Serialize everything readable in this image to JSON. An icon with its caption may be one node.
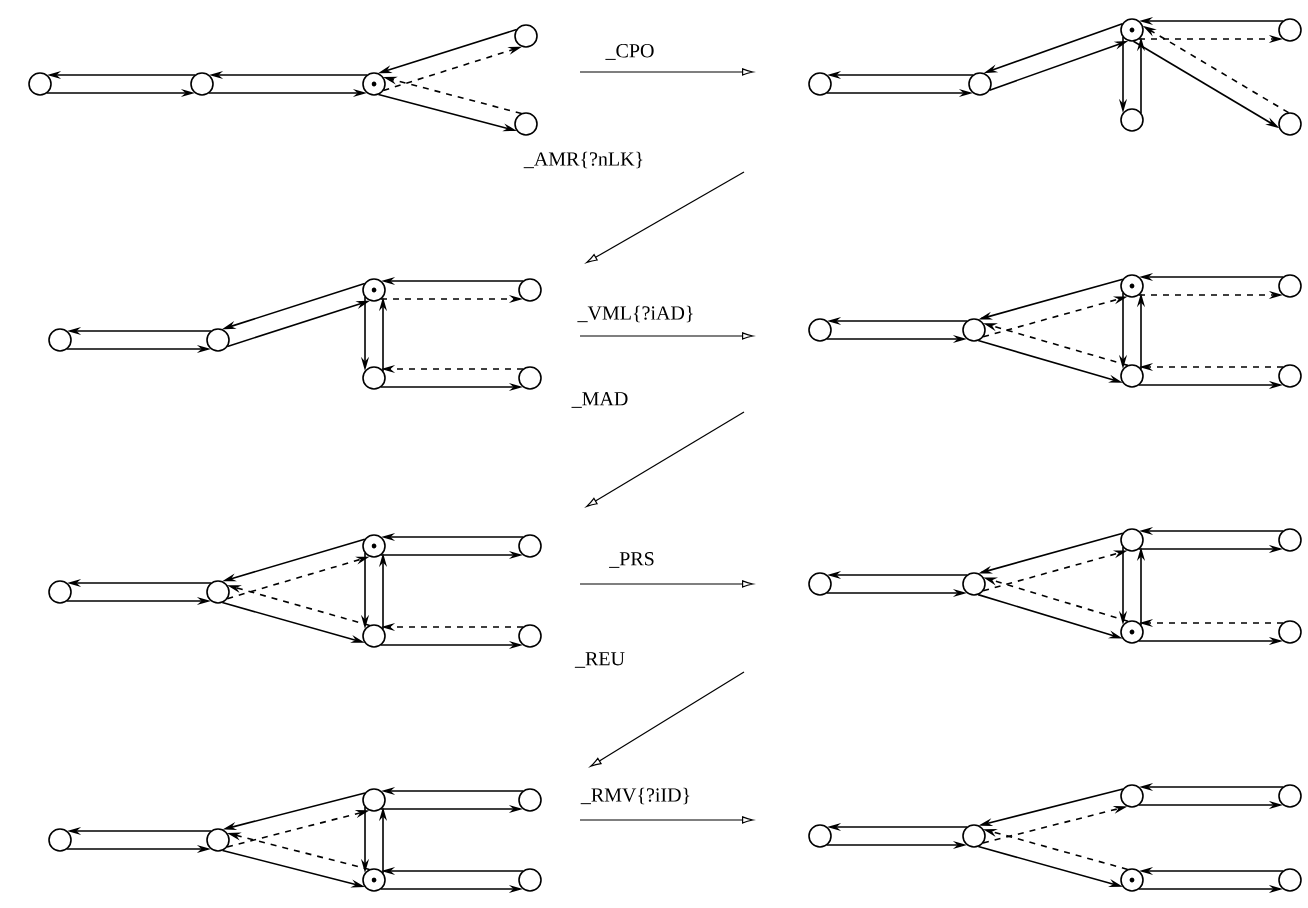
{
  "diagram": {
    "nodes": [
      {
        "text": [],
        "shape": "circle"
      },
      {
        "text": [],
        "shape": "circle"
      },
      {
        "text": [],
        "shape": "bullseye"
      },
      {
        "text": [],
        "shape": "circle"
      },
      {
        "text": [],
        "shape": "circle"
      },
      {
        "text": [],
        "shape": "circle"
      },
      {
        "text": [],
        "shape": "circle"
      },
      {
        "text": [],
        "shape": "bullseye"
      },
      {
        "text": [],
        "shape": "circle"
      },
      {
        "text": [],
        "shape": "circle"
      },
      {
        "text": [],
        "shape": "circle"
      },
      {
        "text": [],
        "shape": "circle"
      },
      {
        "text": [],
        "shape": "circle"
      },
      {
        "text": [],
        "shape": "bullseye"
      },
      {
        "text": [],
        "shape": "circle"
      },
      {
        "text": [],
        "shape": "circle"
      },
      {
        "text": [],
        "shape": "circle"
      },
      {
        "text": [],
        "shape": "circle"
      },
      {
        "text": [],
        "shape": "circle"
      },
      {
        "text": [],
        "shape": "bullseye"
      },
      {
        "text": [],
        "shape": "circle"
      },
      {
        "text": [],
        "shape": "circle"
      },
      {
        "text": [],
        "shape": "circle"
      },
      {
        "text": [],
        "shape": "circle"
      },
      {
        "text": [],
        "shape": "circle"
      },
      {
        "text": [],
        "shape": "bullseye"
      },
      {
        "text": [],
        "shape": "circle"
      },
      {
        "text": [],
        "shape": "circle"
      },
      {
        "text": [],
        "shape": "circle"
      },
      {
        "text": [],
        "shape": "circle"
      },
      {
        "text": [],
        "shape": "circle"
      },
      {
        "text": [],
        "shape": "circle"
      },
      {
        "text": [],
        "shape": "bullseye"
      },
      {
        "text": [],
        "shape": "circle"
      },
      {
        "text": [],
        "shape": "circle"
      },
      {
        "text": [],
        "shape": "circle"
      },
      {
        "text": [],
        "shape": "circle"
      },
      {
        "text": [],
        "shape": "circle"
      },
      {
        "text": [],
        "shape": "bullseye"
      },
      {
        "text": [],
        "shape": "circle"
      },
      {
        "text": [],
        "shape": "circle"
      },
      {
        "text": [],
        "shape": "circle"
      },
      {
        "text": [],
        "shape": "circle"
      },
      {
        "text": [],
        "shape": "circle"
      },
      {
        "text": [],
        "shape": "bullseye"
      },
      {
        "text": [],
        "shape": "circle"
      },
      {
        "text": [],
        "shape": "circle"
      }
    ],
    "edges": [
      {
        "from": 1,
        "to": 0,
        "arrow": "to"
      },
      {
        "from": 0,
        "to": 1,
        "arrow": "to"
      },
      {
        "from": 2,
        "to": 1,
        "arrow": "to"
      },
      {
        "from": 1,
        "to": 2,
        "arrow": "to"
      },
      {
        "from": 3,
        "to": 2,
        "arrow": "to"
      },
      {
        "from": 2,
        "to": 3,
        "arrow": "to",
        "style": "dashed"
      },
      {
        "from": 4,
        "to": 2,
        "arrow": "to",
        "style": "dashed"
      },
      {
        "from": 2,
        "to": 4,
        "arrow": "to"
      },
      {
        "from": 6,
        "to": 5,
        "arrow": "to"
      },
      {
        "from": 5,
        "to": 6,
        "arrow": "to"
      },
      {
        "from": 7,
        "to": 6,
        "arrow": "to"
      },
      {
        "from": 6,
        "to": 7,
        "arrow": "to"
      },
      {
        "from": 7,
        "to": 8,
        "arrow": "to"
      },
      {
        "from": 8,
        "to": 7,
        "arrow": "to"
      },
      {
        "from": 9,
        "to": 7,
        "arrow": "to"
      },
      {
        "from": 7,
        "to": 9,
        "arrow": "to",
        "style": "dashed"
      },
      {
        "from": 10,
        "to": 7,
        "arrow": "to",
        "style": "dashed"
      },
      {
        "from": 7,
        "to": 10,
        "arrow": "to"
      },
      {
        "from": 12,
        "to": 11,
        "arrow": "to"
      },
      {
        "from": 11,
        "to": 12,
        "arrow": "to"
      },
      {
        "from": 13,
        "to": 12,
        "arrow": "to"
      },
      {
        "from": 12,
        "to": 13,
        "arrow": "to"
      },
      {
        "from": 13,
        "to": 14,
        "arrow": "to"
      },
      {
        "from": 14,
        "to": 13,
        "arrow": "to"
      },
      {
        "from": 15,
        "to": 13,
        "arrow": "to"
      },
      {
        "from": 13,
        "to": 15,
        "arrow": "to",
        "style": "dashed"
      },
      {
        "from": 16,
        "to": 14,
        "arrow": "to",
        "style": "dashed"
      },
      {
        "from": 14,
        "to": 16,
        "arrow": "to"
      },
      {
        "from": 18,
        "to": 17,
        "arrow": "to"
      },
      {
        "from": 17,
        "to": 18,
        "arrow": "to"
      },
      {
        "from": 19,
        "to": 18,
        "arrow": "to"
      },
      {
        "from": 18,
        "to": 19,
        "arrow": "to",
        "style": "dashed"
      },
      {
        "from": 20,
        "to": 18,
        "arrow": "to",
        "style": "dashed"
      },
      {
        "from": 18,
        "to": 20,
        "arrow": "to"
      },
      {
        "from": 19,
        "to": 20,
        "arrow": "to"
      },
      {
        "from": 20,
        "to": 19,
        "arrow": "to"
      },
      {
        "from": 21,
        "to": 19,
        "arrow": "to"
      },
      {
        "from": 19,
        "to": 21,
        "arrow": "to",
        "style": "dashed"
      },
      {
        "from": 22,
        "to": 20,
        "arrow": "to",
        "style": "dashed"
      },
      {
        "from": 20,
        "to": 22,
        "arrow": "to"
      },
      {
        "from": 24,
        "to": 23,
        "arrow": "to"
      },
      {
        "from": 23,
        "to": 24,
        "arrow": "to"
      },
      {
        "from": 25,
        "to": 24,
        "arrow": "to"
      },
      {
        "from": 24,
        "to": 25,
        "arrow": "to",
        "style": "dashed"
      },
      {
        "from": 26,
        "to": 24,
        "arrow": "to",
        "style": "dashed"
      },
      {
        "from": 24,
        "to": 26,
        "arrow": "to"
      },
      {
        "from": 25,
        "to": 26,
        "arrow": "to"
      },
      {
        "from": 26,
        "to": 25,
        "arrow": "to"
      },
      {
        "from": 27,
        "to": 25,
        "arrow": "to"
      },
      {
        "from": 25,
        "to": 27,
        "arrow": "to"
      },
      {
        "from": 28,
        "to": 26,
        "arrow": "to",
        "style": "dashed"
      },
      {
        "from": 26,
        "to": 28,
        "arrow": "to"
      },
      {
        "from": 30,
        "to": 29,
        "arrow": "to"
      },
      {
        "from": 29,
        "to": 30,
        "arrow": "to"
      },
      {
        "from": 31,
        "to": 30,
        "arrow": "to"
      },
      {
        "from": 30,
        "to": 31,
        "arrow": "to",
        "style": "dashed"
      },
      {
        "from": 32,
        "to": 30,
        "arrow": "to",
        "style": "dashed"
      },
      {
        "from": 30,
        "to": 32,
        "arrow": "to"
      },
      {
        "from": 31,
        "to": 32,
        "arrow": "to"
      },
      {
        "from": 32,
        "to": 31,
        "arrow": "to"
      },
      {
        "from": 33,
        "to": 31,
        "arrow": "to"
      },
      {
        "from": 31,
        "to": 33,
        "arrow": "to"
      },
      {
        "from": 34,
        "to": 32,
        "arrow": "to",
        "style": "dashed"
      },
      {
        "from": 32,
        "to": 34,
        "arrow": "to"
      },
      {
        "from": 36,
        "to": 35,
        "arrow": "to"
      },
      {
        "from": 35,
        "to": 36,
        "arrow": "to"
      },
      {
        "from": 37,
        "to": 36,
        "arrow": "to"
      },
      {
        "from": 36,
        "to": 37,
        "arrow": "to",
        "style": "dashed"
      },
      {
        "from": 38,
        "to": 36,
        "arrow": "to",
        "style": "dashed"
      },
      {
        "from": 36,
        "to": 38,
        "arrow": "to"
      },
      {
        "from": 37,
        "to": 38,
        "arrow": "to"
      },
      {
        "from": 38,
        "to": 37,
        "arrow": "to"
      },
      {
        "from": 39,
        "to": 37,
        "arrow": "to"
      },
      {
        "from": 37,
        "to": 39,
        "arrow": "to"
      },
      {
        "from": 40,
        "to": 38,
        "arrow": "to"
      },
      {
        "from": 38,
        "to": 40,
        "arrow": "to"
      },
      {
        "from": 42,
        "to": 41,
        "arrow": "to"
      },
      {
        "from": 41,
        "to": 42,
        "arrow": "to"
      },
      {
        "from": 43,
        "to": 42,
        "arrow": "to"
      },
      {
        "from": 42,
        "to": 43,
        "arrow": "to",
        "style": "dashed"
      },
      {
        "from": 44,
        "to": 42,
        "arrow": "to",
        "style": "dashed"
      },
      {
        "from": 42,
        "to": 44,
        "arrow": "to"
      },
      {
        "from": 45,
        "to": 43,
        "arrow": "to"
      },
      {
        "from": 43,
        "to": 45,
        "arrow": "to"
      },
      {
        "from": 46,
        "to": 44,
        "arrow": "to"
      },
      {
        "from": 44,
        "to": 46,
        "arrow": "to"
      }
    ],
    "labels": [
      "_CPO",
      "_AMR{?nLK}",
      "_VML{?iAD}",
      "_MAD",
      "_PRS",
      "_REU",
      "_RMV{?iID}"
    ]
  }
}
